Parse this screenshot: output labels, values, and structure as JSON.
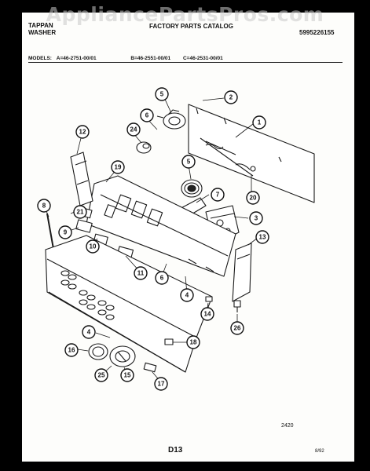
{
  "watermark": "AppliancePartsPros.com",
  "header": {
    "brand_line1": "TAPPAN",
    "brand_line2": "WASHER",
    "catalog_title": "FACTORY PARTS CATALOG",
    "catalog_number": "5995226155"
  },
  "models": {
    "label": "MODELS:",
    "a": "A=46-2751-00/01",
    "b": "B=46-2551-00/01",
    "c": "C=46-2531-00/01"
  },
  "footer": {
    "drawing_number": "2420",
    "page_code": "D13",
    "date_code": "8/92"
  },
  "callouts": [
    "1",
    "2",
    "3",
    "4",
    "4",
    "5",
    "5",
    "6",
    "6",
    "7",
    "8",
    "9",
    "10",
    "11",
    "12",
    "13",
    "14",
    "15",
    "16",
    "17",
    "18",
    "19",
    "20",
    "21",
    "24",
    "25",
    "26"
  ]
}
